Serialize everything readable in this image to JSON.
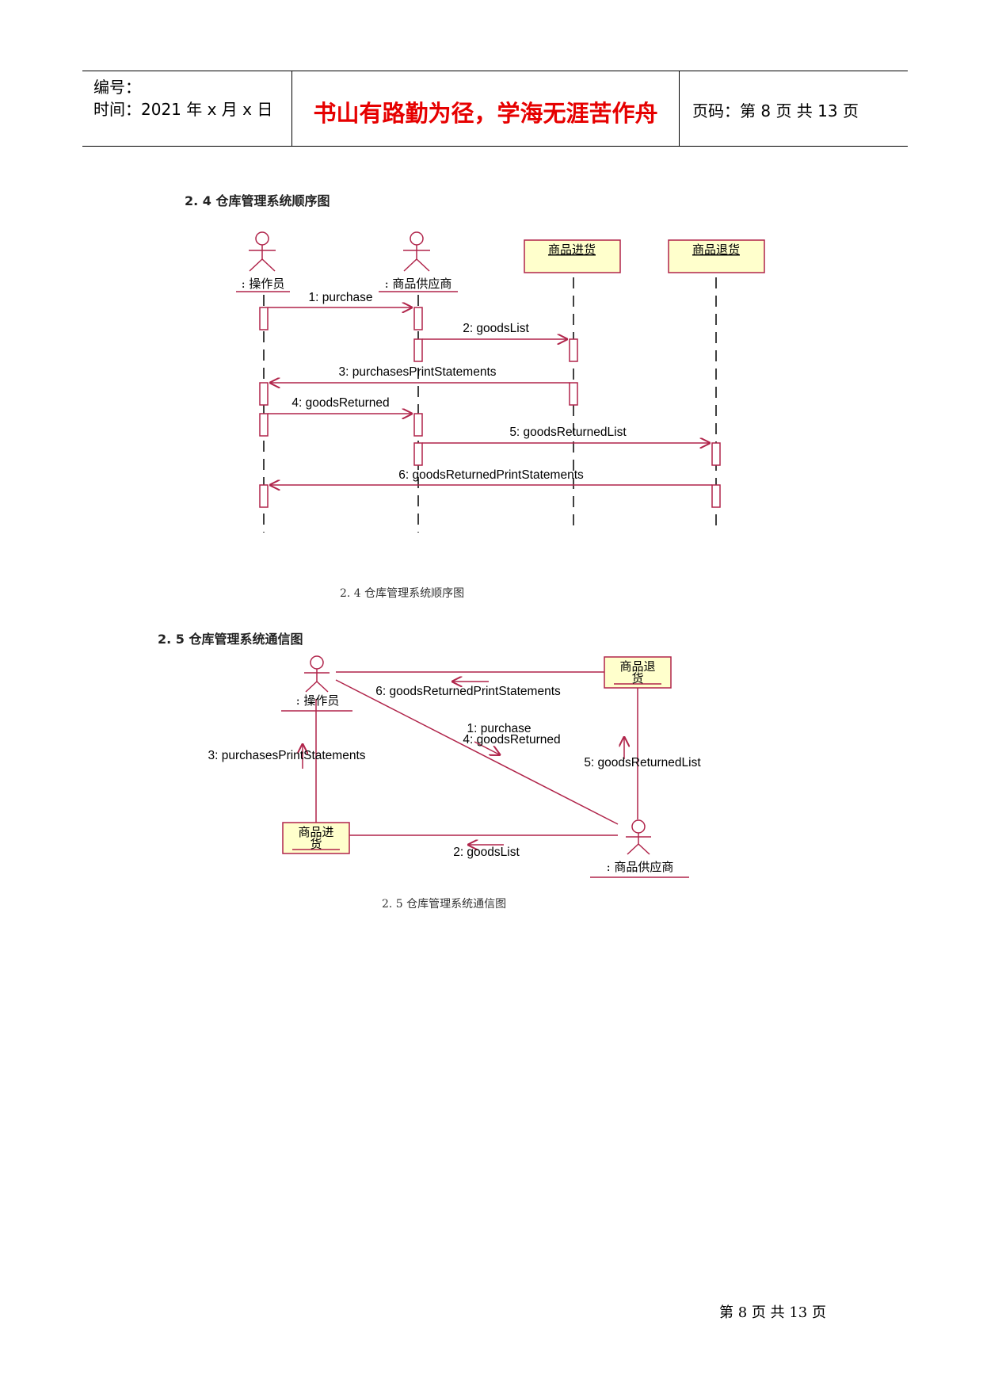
{
  "header": {
    "number_label": "编号：",
    "time_label": "时间：2021 年 x 月 x 日",
    "motto": "书山有路勤为径，学海无涯苦作舟",
    "page_label": "页码：第 8 页  共 13 页"
  },
  "sequence_diagram": {
    "section_title": "2. 4  仓库管理系统顺序图",
    "caption": "2. 4 仓库管理系统顺序图",
    "lifelines": {
      "operator": ": 操作员",
      "supplier": ": 商品供应商",
      "incoming": "商品进货",
      "returns": "商品退货"
    },
    "messages": {
      "m1": "1: purchase",
      "m2": "2: goodsList",
      "m3": "3: purchasesPrintStatements",
      "m4": "4: goodsReturned",
      "m5": "5: goodsReturnedList",
      "m6": "6: goodsReturnedPrintStatements"
    }
  },
  "collaboration_diagram": {
    "section_title": "2. 5  仓库管理系统通信图",
    "caption": "2. 5 仓库管理系统通信图",
    "objects": {
      "operator": ": 操作员",
      "supplier": ": 商品供应商",
      "returns_line1": "商品退",
      "returns_line2": "货",
      "incoming_line1": "商品进",
      "incoming_line2": "货"
    },
    "messages": {
      "m6": "6: goodsReturnedPrintStatements",
      "m1": "1: purchase",
      "m4": "4: goodsReturned",
      "m3": "3: purchasesPrintStatements",
      "m5": "5: goodsReturnedList",
      "m2": "2: goodsList"
    }
  },
  "footer": {
    "page_text": "第 8 页 共 13 页"
  },
  "colors": {
    "motto": "#e60000",
    "diagram_line": "#b0244a",
    "object_fill": "#ffffcc"
  }
}
